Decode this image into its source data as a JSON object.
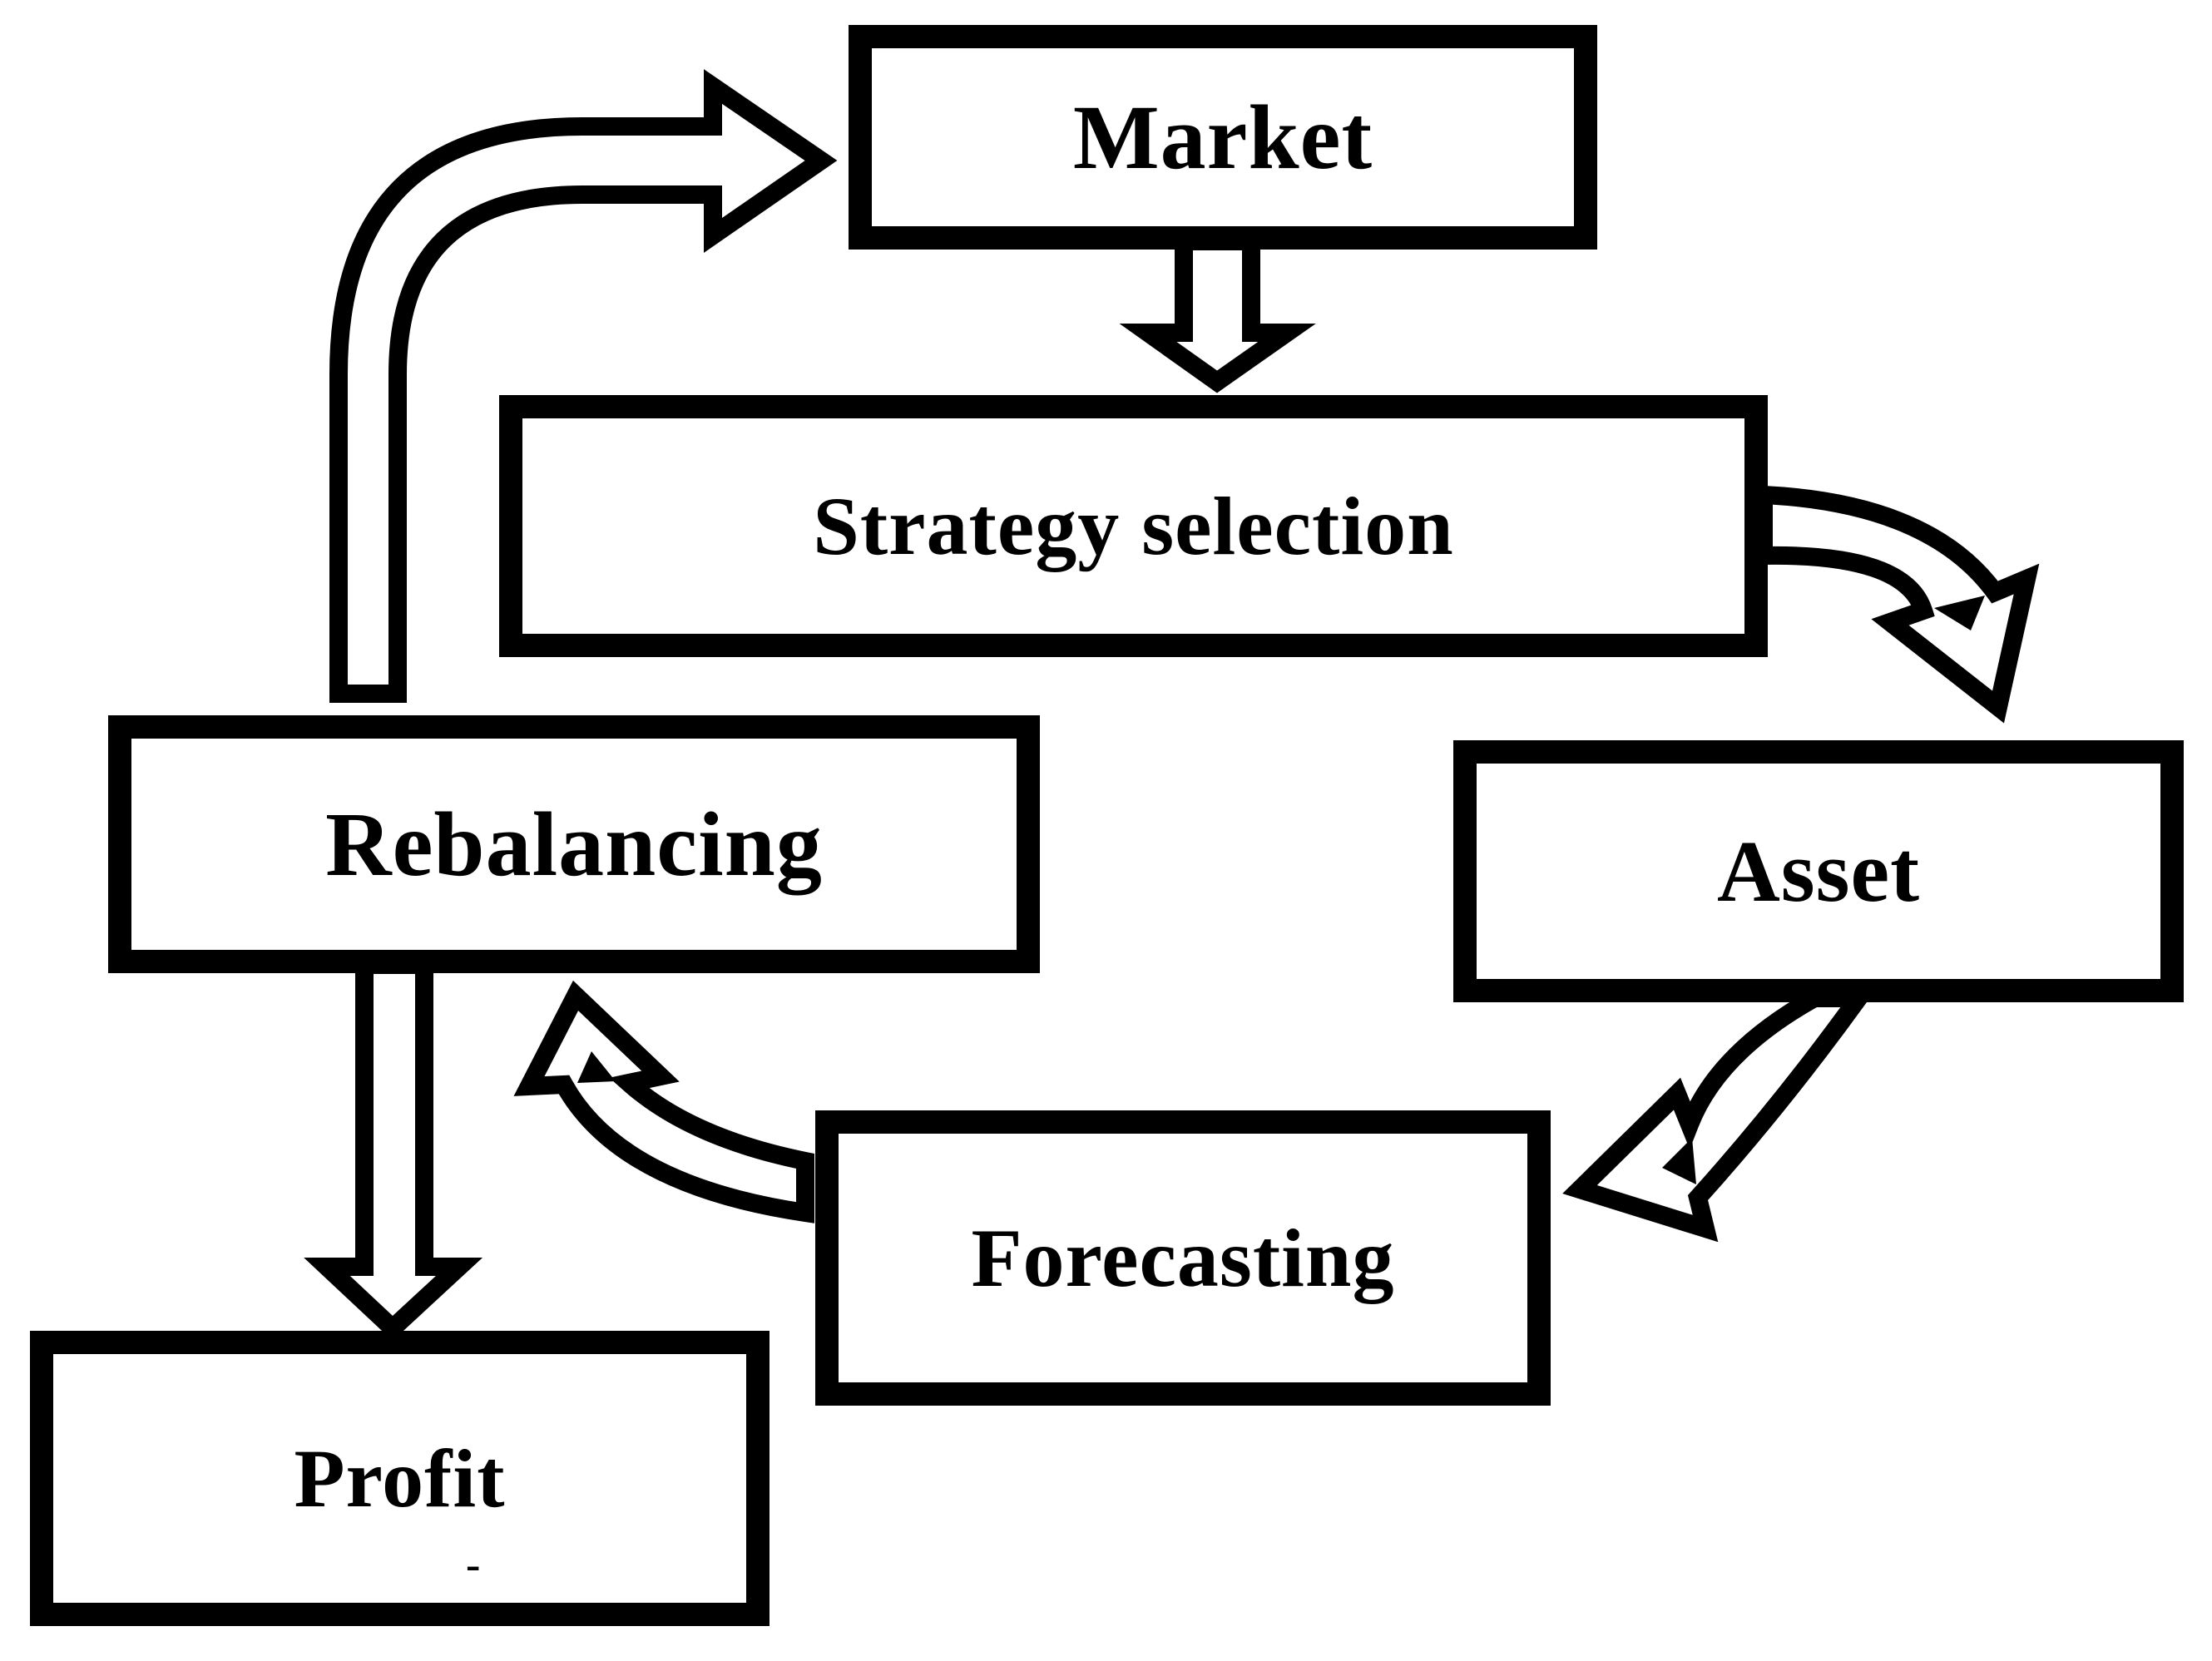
{
  "figure_type": "flowchart",
  "colors": {
    "background": "#ffffff",
    "box_fill": "#ffffff",
    "box_border": "#000000",
    "text": "#000000",
    "arrow_outline": "#000000",
    "arrow_fill": "#ffffff"
  },
  "boxes": {
    "market": {
      "label": "Market"
    },
    "strategy": {
      "label": "Strategy selection"
    },
    "rebalancing": {
      "label": "Rebalancing"
    },
    "asset": {
      "label": "Asset"
    },
    "forecasting": {
      "label": "Forecasting"
    },
    "profit": {
      "label": "Profit"
    }
  },
  "profit_note": "-",
  "connections": [
    {
      "from": "market",
      "to": "strategy",
      "style": "straight-down-arrow"
    },
    {
      "from": "strategy",
      "to": "asset",
      "style": "curved-arrow"
    },
    {
      "from": "asset",
      "to": "forecasting",
      "style": "curved-arrow"
    },
    {
      "from": "forecasting",
      "to": "rebalancing",
      "style": "curved-arrow"
    },
    {
      "from": "rebalancing",
      "to": "profit",
      "style": "straight-down-arrow"
    },
    {
      "from": "rebalancing",
      "to": "market",
      "style": "bent-up-right-arrow"
    }
  ]
}
